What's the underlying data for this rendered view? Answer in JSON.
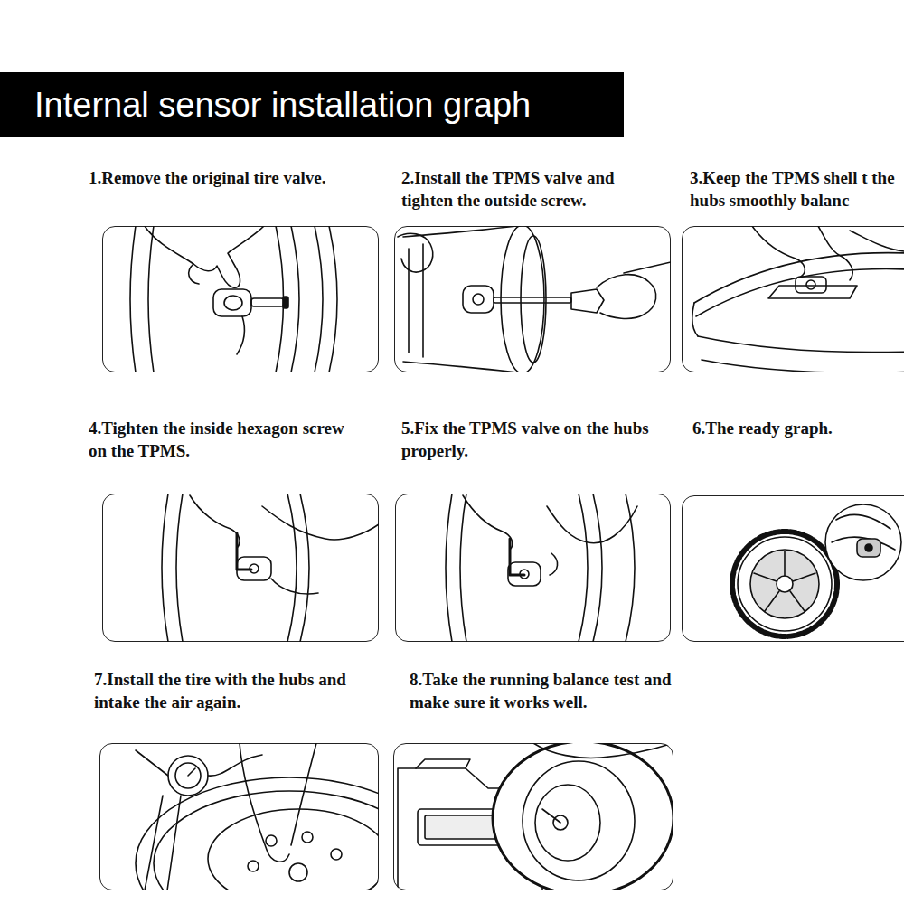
{
  "diagram": {
    "title": "Internal sensor installation graph",
    "nodes": [
      {
        "text": [
          "1.Remove the original tire valve."
        ]
      },
      {
        "text": [
          "2.Install the TPMS valve and tighten the outside screw."
        ]
      },
      {
        "text": [
          "3.Keep the TPMS shell t the hubs smoothly balanc"
        ]
      },
      {
        "text": [
          "4.Tighten the inside hexagon screw on the TPMS."
        ]
      },
      {
        "text": [
          "5.Fix the TPMS valve on the hubs properly."
        ]
      },
      {
        "text": [
          "6.The ready graph."
        ]
      },
      {
        "text": [
          "7.Install the tire with the hubs and intake the air again."
        ]
      },
      {
        "text": [
          "8.Take the running balance test and make sure it works well."
        ]
      }
    ]
  }
}
